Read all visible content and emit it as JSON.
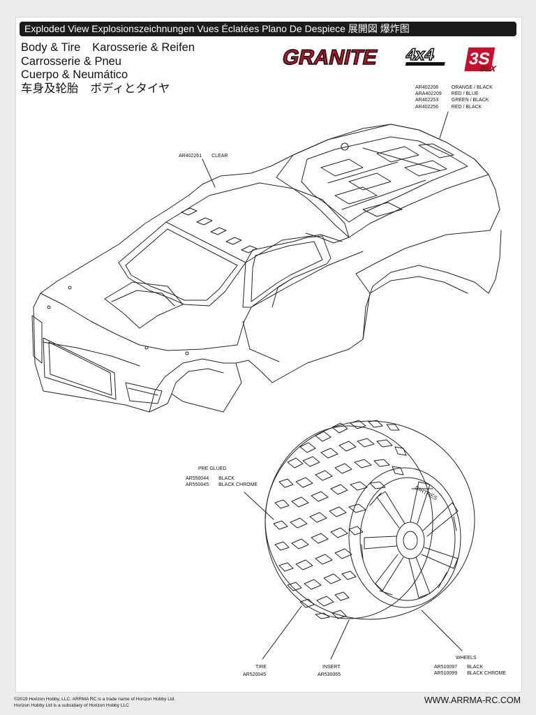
{
  "header": {
    "bar_text": "Exploded View  Explosionszeichnungen  Vues Éclatées  Plano De Despiece  展開図  爆炸图"
  },
  "titles": {
    "line1_a": "Body & Tire",
    "line1_b": "Karosserie & Reifen",
    "line2": "Carrosserie & Pneu",
    "line3": "Cuerpo & Neumático",
    "line4_a": "车身及轮胎",
    "line4_b": "ボディとタイヤ"
  },
  "logo": {
    "name": "GRANITE",
    "badge": "4x4",
    "power": "3S",
    "power_sub": "BLX",
    "colors": {
      "red": "#c8102e",
      "black": "#111111"
    }
  },
  "parts": {
    "body_colors": [
      {
        "code": "AR402208",
        "desc": "ORANGE / BLACK"
      },
      {
        "code": "ARA402209",
        "desc": "RED / BLUE"
      },
      {
        "code": "AR402253",
        "desc": "GREEN / BLACK"
      },
      {
        "code": "AR402256",
        "desc": "RED / BLACK"
      }
    ],
    "clear_body": {
      "code": "AR402261",
      "desc": "CLEAR"
    },
    "pre_glued": {
      "title": "PRE GLUED",
      "items": [
        {
          "code": "AR550044",
          "desc": "BLACK"
        },
        {
          "code": "AR550045",
          "desc": "BLACK CHROME"
        }
      ]
    },
    "tire": {
      "title": "TIRE",
      "code": "AR520045"
    },
    "insert": {
      "title": "INSERT",
      "code": "AR530065"
    },
    "wheels": {
      "title": "WHEELS",
      "items": [
        {
          "code": "AR510097",
          "desc": "BLACK"
        },
        {
          "code": "AR510099",
          "desc": "BLACK CHROME"
        }
      ]
    }
  },
  "footer": {
    "copyright1": "©2019 Horizon Hobby, LLC. ARRMA RC is a trade name of Horizon Hobby Ltd.",
    "copyright2": "Horizon Hobby Ltd is a subsidiary of Horizon Hobby LLC",
    "website": "WWW.ARRMA-RC.COM"
  }
}
